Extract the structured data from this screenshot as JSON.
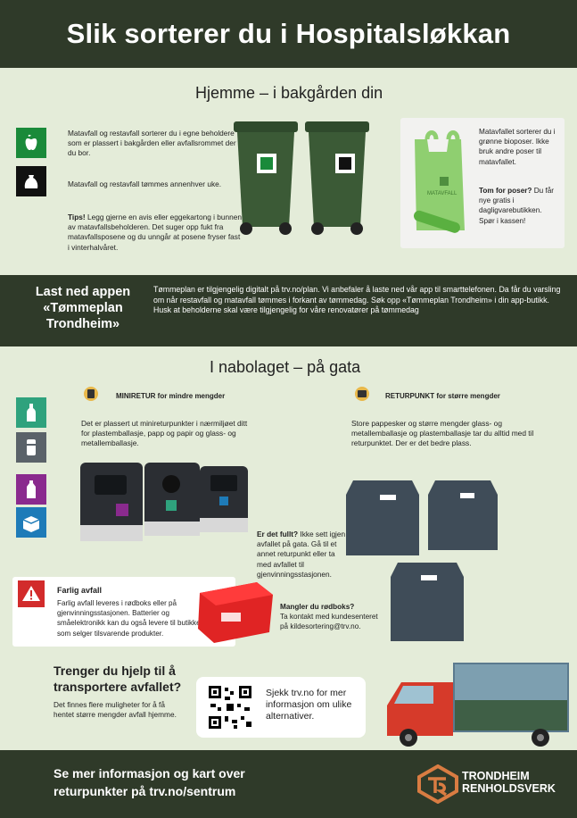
{
  "header": {
    "title": "Slik sorterer du i Hospitalsløkkan"
  },
  "home": {
    "title": "Hjemme – i bakgården din",
    "p1": "Matavfall og restavfall sorterer du i egne beholdere som er plassert i bakgården eller avfallsrommet der du bor.",
    "p2": "Matavfall og restavfall tømmes annenhver uke.",
    "tip_label": "Tips!",
    "tip_text": " Legg gjerne en avis eller eggekartong i bunnen av matavfallsbeholderen. Det suger opp fukt fra matavfallsposene og du unngår at posene fryser fast i vinterhalvåret.",
    "bag_text": "Matavfallet sorterer du i grønne bioposer. Ikke bruk andre poser til matavfallet.",
    "bag_q": "Tom for poser?",
    "bag_a": " Du får nye gratis i dagligvarebutikken. Spør i kassen!",
    "bag_print": "MATAVFALL"
  },
  "app": {
    "title_l1": "Last ned appen",
    "title_l2": "«Tømmeplan",
    "title_l3": "Trondheim»",
    "text1": "Tømmeplan er tilgjengelig digitalt på trv.no/plan.  Vi anbefaler å laste ned vår app til smarttelefonen. Da får du varsling om når restavfall og matavfall tømmes i forkant av tømmedag. Søk opp «Tømmeplan Trondheim» i din app-butikk.",
    "text2": "Husk at beholderne skal være tilgjengelig for våre renovatører på tømmedag"
  },
  "street": {
    "title": "I nabolaget – på gata",
    "mini_label": "MINIRETUR for mindre mengder",
    "mini_text": "Det er plassert ut minireturpunkter i nærmiljøet ditt for plastemballasje, papp og papir og glass- og metallemballasje.",
    "retur_label": "RETURPUNKT for større mengder",
    "retur_text": "Store pappesker og større mengder glass- og metallemballasje og plastemballasje tar du alltid med til returpunktet. Der er det bedre plass.",
    "full_q": "Er det fullt?",
    "full_a": " Ikke sett igjen avfallet på gata. Gå til et annet returpunkt eller ta med avfallet til gjenvinningsstasjonen.",
    "hazard_title": "Farlig avfall",
    "hazard_text": "Farlig avfall leveres i rødboks eller på gjenvinningsstasjonen. Batterier og småelektronikk kan du også levere til butikker som selger tilsvarende produkter.",
    "redbox_q": "Mangler du rødboks?",
    "redbox_a": "Ta kontakt med kundesenteret på kildesortering@trv.no.",
    "help_title_l1": "Trenger du hjelp til å",
    "help_title_l2": "transportere avfallet?",
    "help_text": "Det finnes flere muligheter for å få hentet større mengder avfall hjemme.",
    "qr_text": "Sjekk trv.no for mer informasjon om ulike alternativer."
  },
  "footer": {
    "text_l1": "Se mer informasjon og kart over",
    "text_l2": "returpunkter på trv.no/sentrum",
    "logo_l1": "TRONDHEIM",
    "logo_l2": "RENHOLDSVERK"
  },
  "colors": {
    "dark_band": "#2f3a29",
    "light_bg": "#e4ecd9",
    "food_green": "#1a8a3a",
    "black_icon": "#111111",
    "glass_teal": "#2fa27d",
    "metal_grey": "#5a6269",
    "plastic_purple": "#8a2a8e",
    "paper_blue": "#1e7bb8",
    "hazard_red": "#d22b2b",
    "accent_orange": "#d97c42"
  }
}
